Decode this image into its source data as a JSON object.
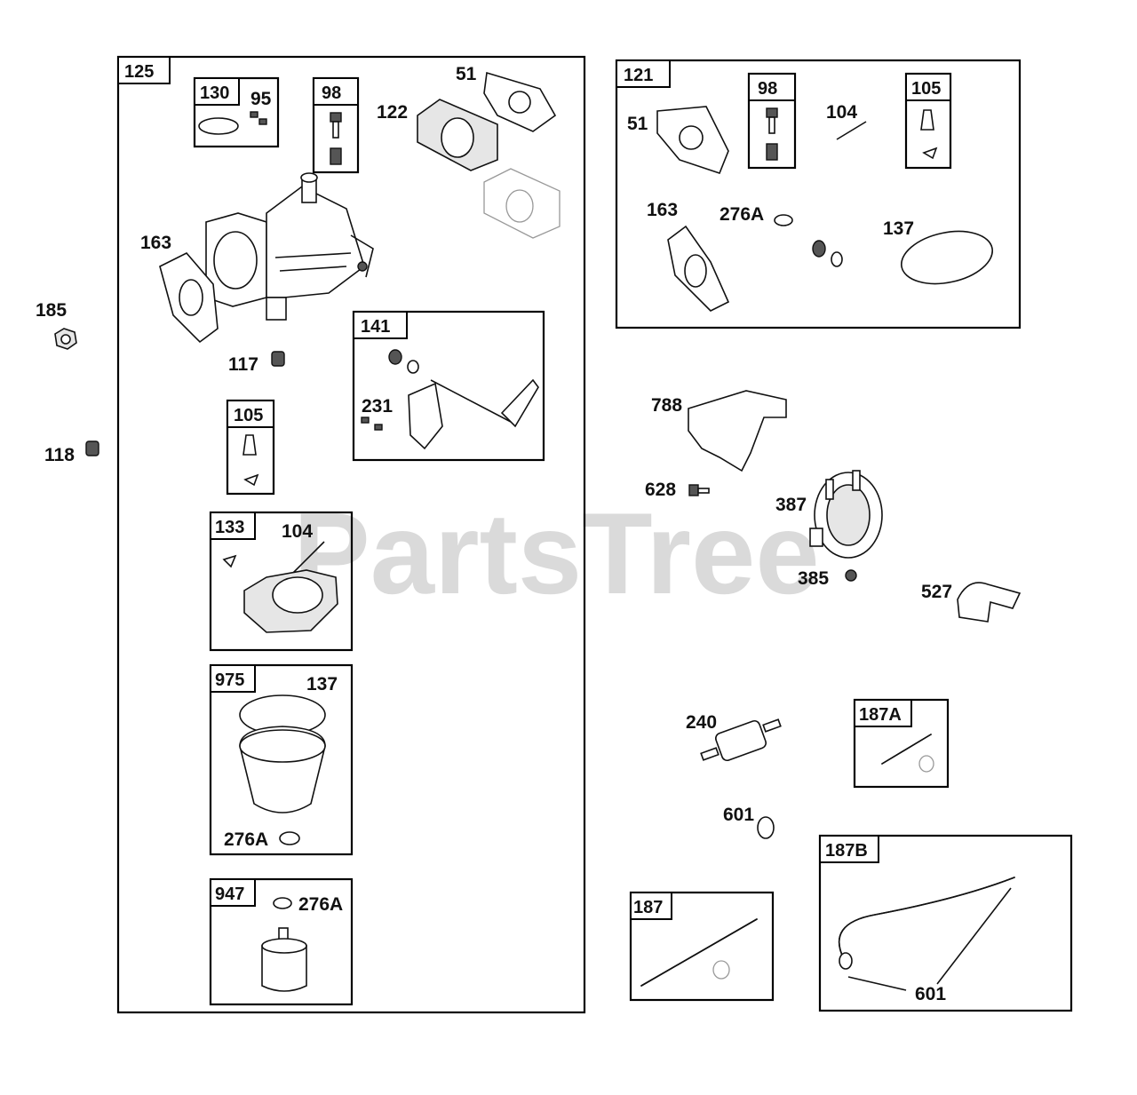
{
  "watermark": "PartsTree",
  "assemblies": {
    "a125": "125",
    "a130": "130",
    "a98": "98",
    "a141": "141",
    "a105": "105",
    "a133": "133",
    "a975": "975",
    "a947": "947",
    "a121": "121",
    "a98r": "98",
    "a105r": "105",
    "a187A": "187A",
    "a187": "187",
    "a187B": "187B"
  },
  "labels": {
    "p95": "95",
    "p51": "51",
    "p122": "122",
    "p163": "163",
    "p117": "117",
    "p231": "231",
    "p104": "104",
    "p137": "137",
    "p276A_a": "276A",
    "p276A_b": "276A",
    "p185": "185",
    "p118": "118",
    "p51r": "51",
    "p104r": "104",
    "p163r": "163",
    "p276Ar": "276A",
    "p137r": "137",
    "p788": "788",
    "p628": "628",
    "p387": "387",
    "p385": "385",
    "p527": "527",
    "p240": "240",
    "p601a": "601",
    "p601b": "601"
  }
}
